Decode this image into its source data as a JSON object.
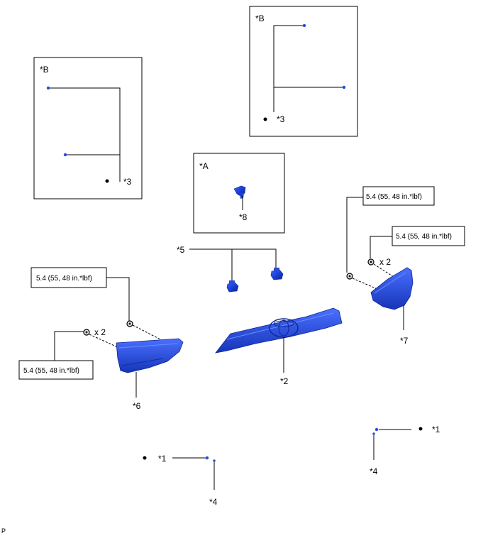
{
  "callouts": {
    "part1": "*1",
    "part2": "*2",
    "part3": "*3",
    "part4": "*4",
    "part5": "*5",
    "part6": "*6",
    "part7": "*7",
    "part8": "*8",
    "view_a": "*A",
    "view_b": "*B"
  },
  "torque": "5.4 (55, 48 in.*lbf)",
  "quantity": "x 2",
  "footer_code": "P",
  "colors": {
    "part_blue": "#1a3fd6",
    "part_highlight": "#3f66ff",
    "part_shadow": "#0d2596"
  }
}
